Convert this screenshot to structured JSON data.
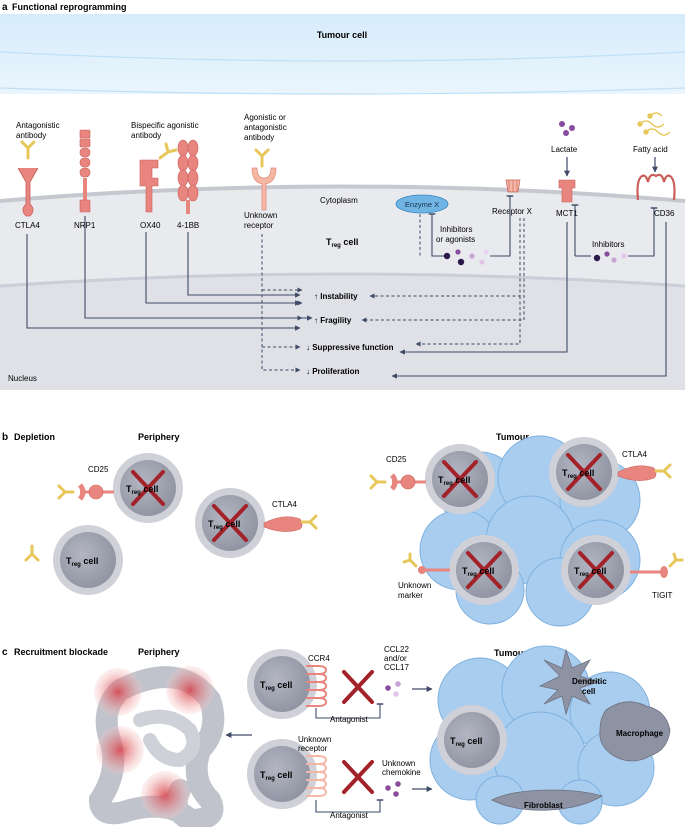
{
  "panel_a": {
    "letter": "a",
    "title": "Functional reprogramming",
    "tumour_cell": "Tumour cell",
    "cytoplasm": "Cytoplasm",
    "nucleus": "Nucleus",
    "treg_main": "T",
    "treg_sub": "reg",
    "treg_tail": " cell",
    "antagonistic_antibody": [
      "Antagonistic",
      "antibody"
    ],
    "bispecific_agonistic_antibody": [
      "Bispecific agonistic",
      "antibody"
    ],
    "agonistic_or_antagonistic_antibody": [
      "Agonistic or",
      "antagonistic",
      "antibody"
    ],
    "receptors": {
      "ctla4": "CTLA4",
      "nrp1": "NRP1",
      "ox40": "OX40",
      "b41bb": "4-1BB",
      "unknown_receptor": [
        "Unknown",
        "receptor"
      ]
    },
    "enzyme_x": "Enzyme X",
    "receptor_x": "Receptor X",
    "inhibitors_or_agonists": [
      "Inhibitors",
      "or agonists"
    ],
    "lactate": "Lactate",
    "fatty_acid": "Fatty acid",
    "mct1": "MCT1",
    "cd36": "CD36",
    "inhibitors": "Inhibitors",
    "outcomes": {
      "instability": "↑ Instability",
      "fragility": "↑ Fragility",
      "suppressive": "↓ Suppressive function",
      "proliferation": "↓ Proliferation"
    }
  },
  "panel_b": {
    "letter": "b",
    "title": "Depletion",
    "periphery": "Periphery",
    "tumour": "Tumour",
    "cd25": "CD25",
    "ctla4": "CTLA4",
    "unknown_marker": [
      "Unknown",
      "marker"
    ],
    "tigit": "TIGIT"
  },
  "panel_c": {
    "letter": "c",
    "title": "Recruitment blockade",
    "periphery": "Periphery",
    "tumour": "Tumour",
    "ccr4": "CCR4",
    "ccl": [
      "CCL22",
      "and/or",
      "CCL17"
    ],
    "antagonist": "Antagonist",
    "unknown_receptor": [
      "Unknown",
      "receptor"
    ],
    "unknown_chemokine": [
      "Unknown",
      "chemokine"
    ],
    "dendritic": [
      "Dendritic",
      "cell"
    ],
    "macrophage": "Macrophage",
    "fibroblast": "Fibroblast"
  },
  "colors": {
    "receptor_pink": "#e8857e",
    "receptor_dark": "#c95f5a",
    "antibody_yellow": "#e8c75a",
    "treg_grey": "#9ea1ad",
    "cross_red": "#a3222a",
    "tumour_blue": "#a9cdee",
    "line_navy": "#3e4a66"
  }
}
